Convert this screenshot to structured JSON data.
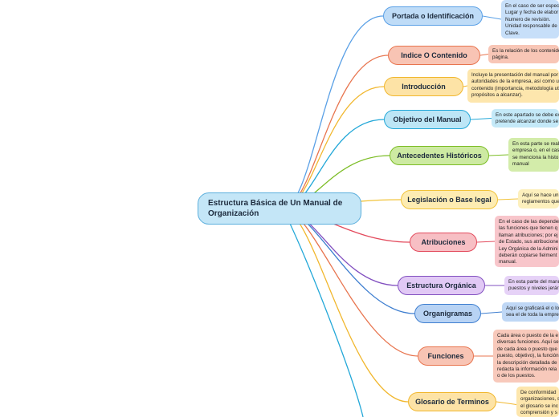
{
  "root": {
    "title": "Estructura Básica de Un Manual de Organización"
  },
  "topics": [
    {
      "id": "portada",
      "label": "Portada o Identificación",
      "color": "#5aa0e6",
      "fill": "#bfdcf7",
      "note_fill": "#c7dff9",
      "note_lines": [
        "En el caso de ser espec",
        "Lugar y fecha de elabor",
        "Numero de revisión.",
        "Unidad responsable de",
        "Clave."
      ]
    },
    {
      "id": "indice",
      "label": "Indice O Contenido",
      "color": "#e8754f",
      "fill": "#f8c4b4",
      "note_fill": "#f8c6b6",
      "note_lines": [
        "Es la relación de los contenido",
        "página."
      ]
    },
    {
      "id": "introduccion",
      "label": "Introducción",
      "color": "#f1b72e",
      "fill": "#fde3a6",
      "note_fill": "#fde6ad",
      "note_lines": [
        "Incluye la presentación del manual por",
        "autoridades de la empresa, así como u",
        "contenido (importancia, metodología ut",
        "propósitos a alcanzar)."
      ]
    },
    {
      "id": "objetivo",
      "label": "Objetivo del Manual",
      "color": "#24a8d8",
      "fill": "#bde6f6",
      "note_fill": "#c4e9f8",
      "note_lines": [
        "En este apartado se debe ex",
        "pretende alcanzar donde se"
      ]
    },
    {
      "id": "antecedentes",
      "label": "Antecedentes Históricos",
      "color": "#7cbd26",
      "fill": "#cdeaa2",
      "note_fill": "#d3ecaa",
      "note_lines": [
        "En esta parte se real",
        "empresa o, en el cas",
        "se menciona la histo",
        "manual"
      ]
    },
    {
      "id": "legislacion",
      "label": "Legislación o Base legal",
      "color": "#f1c33a",
      "fill": "#fdecb2",
      "note_fill": "#fdf0bd",
      "note_lines": [
        "Aquí se hace un",
        "reglamentos que"
      ]
    },
    {
      "id": "atribuciones",
      "label": "Atribuciones",
      "color": "#e34b5d",
      "fill": "#f7bfc4",
      "note_fill": "#f8c6cb",
      "note_lines": [
        "En el caso de las dependen",
        "las funciones que tienen q",
        "llaman atribuciones; por ej",
        "de Estado, sus atribucione",
        "Ley Orgánica de la Admini",
        "deberán copiarse fielment",
        "manual."
      ]
    },
    {
      "id": "estructura",
      "label": "Estructura Orgánica",
      "color": "#8250c0",
      "fill": "#e1c9f5",
      "note_fill": "#e6d2f7",
      "note_lines": [
        "En esta parte del manu",
        "puestos y niveles jerár"
      ]
    },
    {
      "id": "organigramas",
      "label": "Organigramas",
      "color": "#3f7fd0",
      "fill": "#b8d3f4",
      "note_fill": "#bfd7f5",
      "note_lines": [
        "Aquí se graficará el o lo",
        "sea el de toda la empre"
      ]
    },
    {
      "id": "funciones",
      "label": "Funciones",
      "color": "#e8754f",
      "fill": "#f8c4b4",
      "note_fill": "#f8c9bb",
      "note_lines": [
        "Cada área o puesto de la e",
        "diversas funciones. Aquí se",
        "de cada área o puesto que",
        "puesto, objetivo), la función",
        "la descripción detallada de",
        "redacta la información rela",
        "o de los puestos."
      ]
    },
    {
      "id": "glosario",
      "label": "Glosario de Terminos",
      "color": "#f1b72e",
      "fill": "#fde3a6",
      "note_fill": "#fde6ad",
      "note_lines": [
        "De conformidad",
        "organizaciones, s",
        "el glosario se inc",
        "comprensión y s"
      ]
    }
  ]
}
